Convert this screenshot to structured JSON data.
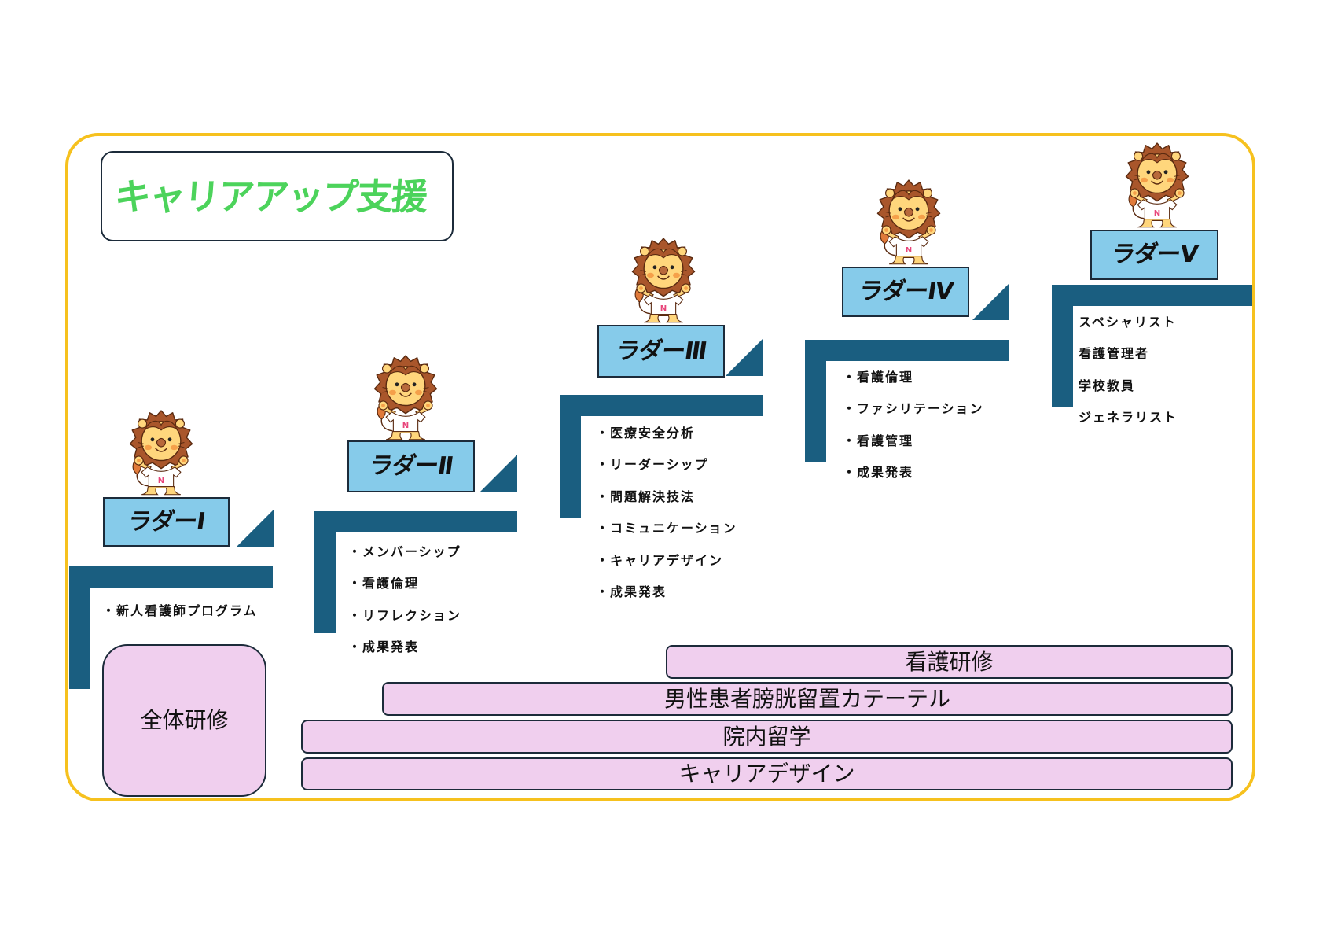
{
  "title": "キャリアアップ支援",
  "colors": {
    "frame": "#F6C11E",
    "title_green": "#4CD35B",
    "ladder": "#1A5E80",
    "label_bg": "#86CBEA",
    "pink": "#F0CFEE",
    "outline": "#1C2B3A"
  },
  "ladders": [
    {
      "label": "ラダーⅠ",
      "items": [
        "・新人看護師プログラム"
      ]
    },
    {
      "label": "ラダーⅡ",
      "items": [
        "・メンバーシップ",
        "・看護倫理",
        "・リフレクション",
        "・成果発表"
      ]
    },
    {
      "label": "ラダーⅢ",
      "items": [
        "・医療安全分析",
        "・リーダーシップ",
        "・問題解決技法",
        "・コミュニケーション",
        "・キャリアデザイン",
        "・成果発表"
      ]
    },
    {
      "label": "ラダーⅣ",
      "items": [
        "・看護倫理",
        "・ファシリテーション",
        "・看護管理",
        "・成果発表"
      ]
    },
    {
      "label": "ラダーⅤ",
      "items": [
        "スペシャリスト",
        "看護管理者",
        "学校教員",
        "ジェネラリスト"
      ]
    }
  ],
  "mascot": {
    "icon": "lion-mascot-icon",
    "shirt_letter": "N"
  },
  "trainings": {
    "overall": "全体研修",
    "bars": [
      "看護研修",
      "男性患者膀胱留置カテーテル",
      "院内留学",
      "キャリアデザイン"
    ]
  }
}
